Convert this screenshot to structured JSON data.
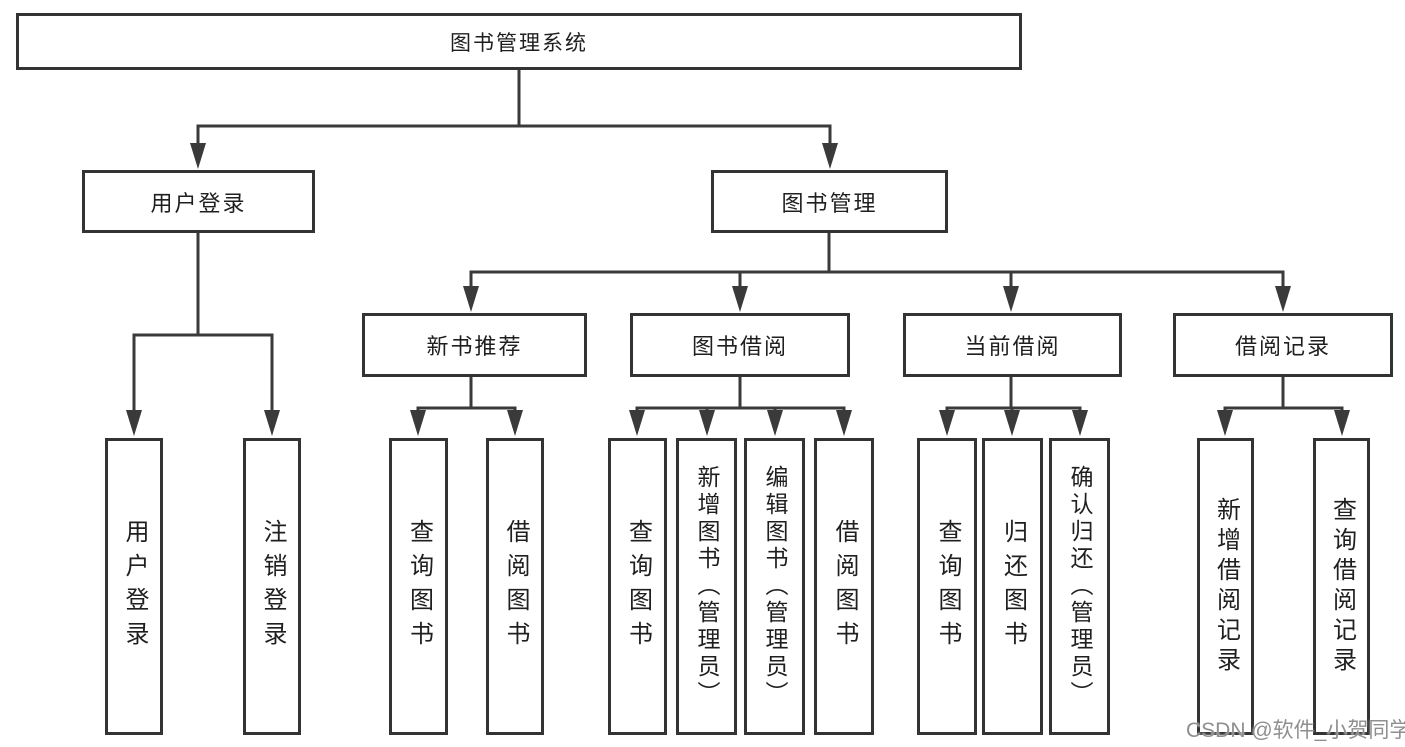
{
  "diagram": {
    "title_node": {
      "label": "图书管理系统"
    },
    "level2": [
      {
        "id": "user-login",
        "label": "用户登录"
      },
      {
        "id": "book-management",
        "label": "图书管理"
      }
    ],
    "level3": [
      {
        "id": "new-book-recommend",
        "label": "新书推荐"
      },
      {
        "id": "book-borrowing",
        "label": "图书借阅"
      },
      {
        "id": "current-borrowing",
        "label": "当前借阅"
      },
      {
        "id": "borrowing-records",
        "label": "借阅记录"
      }
    ],
    "leaves": {
      "user_login": [
        {
          "label": "用户登录"
        },
        {
          "label": "注销登录"
        }
      ],
      "new_book_recommend": [
        {
          "label": "查询图书"
        },
        {
          "label": "借阅图书"
        }
      ],
      "book_borrowing": [
        {
          "label": "查询图书"
        },
        {
          "label": "新增图书（管理员）"
        },
        {
          "label": "编辑图书（管理员）"
        },
        {
          "label": "借阅图书"
        }
      ],
      "current_borrowing": [
        {
          "label": "查询图书"
        },
        {
          "label": "归还图书"
        },
        {
          "label": "确认归还（管理员）"
        }
      ],
      "borrowing_records": [
        {
          "label": "新增借阅记录"
        },
        {
          "label": "查询借阅记录"
        }
      ]
    }
  },
  "watermark": {
    "text": "CSDN @软件_小贺同学"
  },
  "colors": {
    "line": "#3A3A3A",
    "box_border": "#333333",
    "text": "#1F1F1F",
    "background": "#FFFFFF",
    "watermark": "#8F8F8F"
  }
}
